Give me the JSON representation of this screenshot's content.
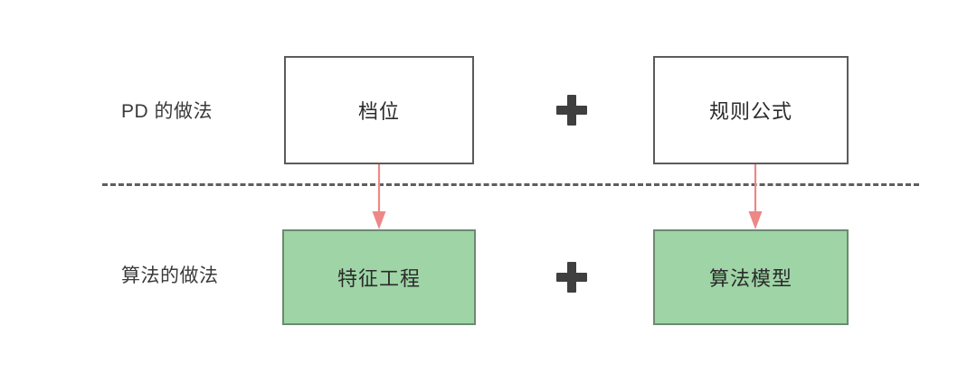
{
  "diagram": {
    "type": "comparison-flow",
    "title": "",
    "background_color": "#ffffff",
    "rows": [
      {
        "id": "pd-row",
        "label": "PD 的做法",
        "nodes": [
          {
            "id": "dangwei",
            "text": "档位",
            "style": "plain",
            "fill": "#ffffff",
            "border": "#5b5b5b"
          },
          {
            "id": "guize",
            "text": "规则公式",
            "style": "plain",
            "fill": "#ffffff",
            "border": "#5b5b5b"
          }
        ],
        "operator": "+"
      },
      {
        "id": "algo-row",
        "label": "算法的做法",
        "nodes": [
          {
            "id": "tezheng",
            "text": "特征工程",
            "style": "green",
            "fill": "#9fd4a6",
            "border": "#6c8a71"
          },
          {
            "id": "moxing",
            "text": "算法模型",
            "style": "green",
            "fill": "#9fd4a6",
            "border": "#6c8a71"
          }
        ],
        "operator": "+"
      }
    ],
    "operators": {
      "top": "+",
      "bottom": "+"
    },
    "divider": {
      "style": "dashed",
      "color": "#5e5e5e"
    },
    "arrows": [
      {
        "id": "arrow-dangwei-to-tezheng",
        "from": "档位",
        "to": "特征工程",
        "color": "#ec8886",
        "direction": "down"
      },
      {
        "id": "arrow-guize-to-moxing",
        "from": "规则公式",
        "to": "算法模型",
        "color": "#ec8886",
        "direction": "down"
      }
    ],
    "colors": {
      "green_fill": "#9fd4a6",
      "green_border": "#6c8a71",
      "box_border": "#5b5b5b",
      "arrow": "#ec8886",
      "text": "#2b2b2b",
      "label_text": "#3a3a3a",
      "divider": "#5e5e5e"
    }
  }
}
